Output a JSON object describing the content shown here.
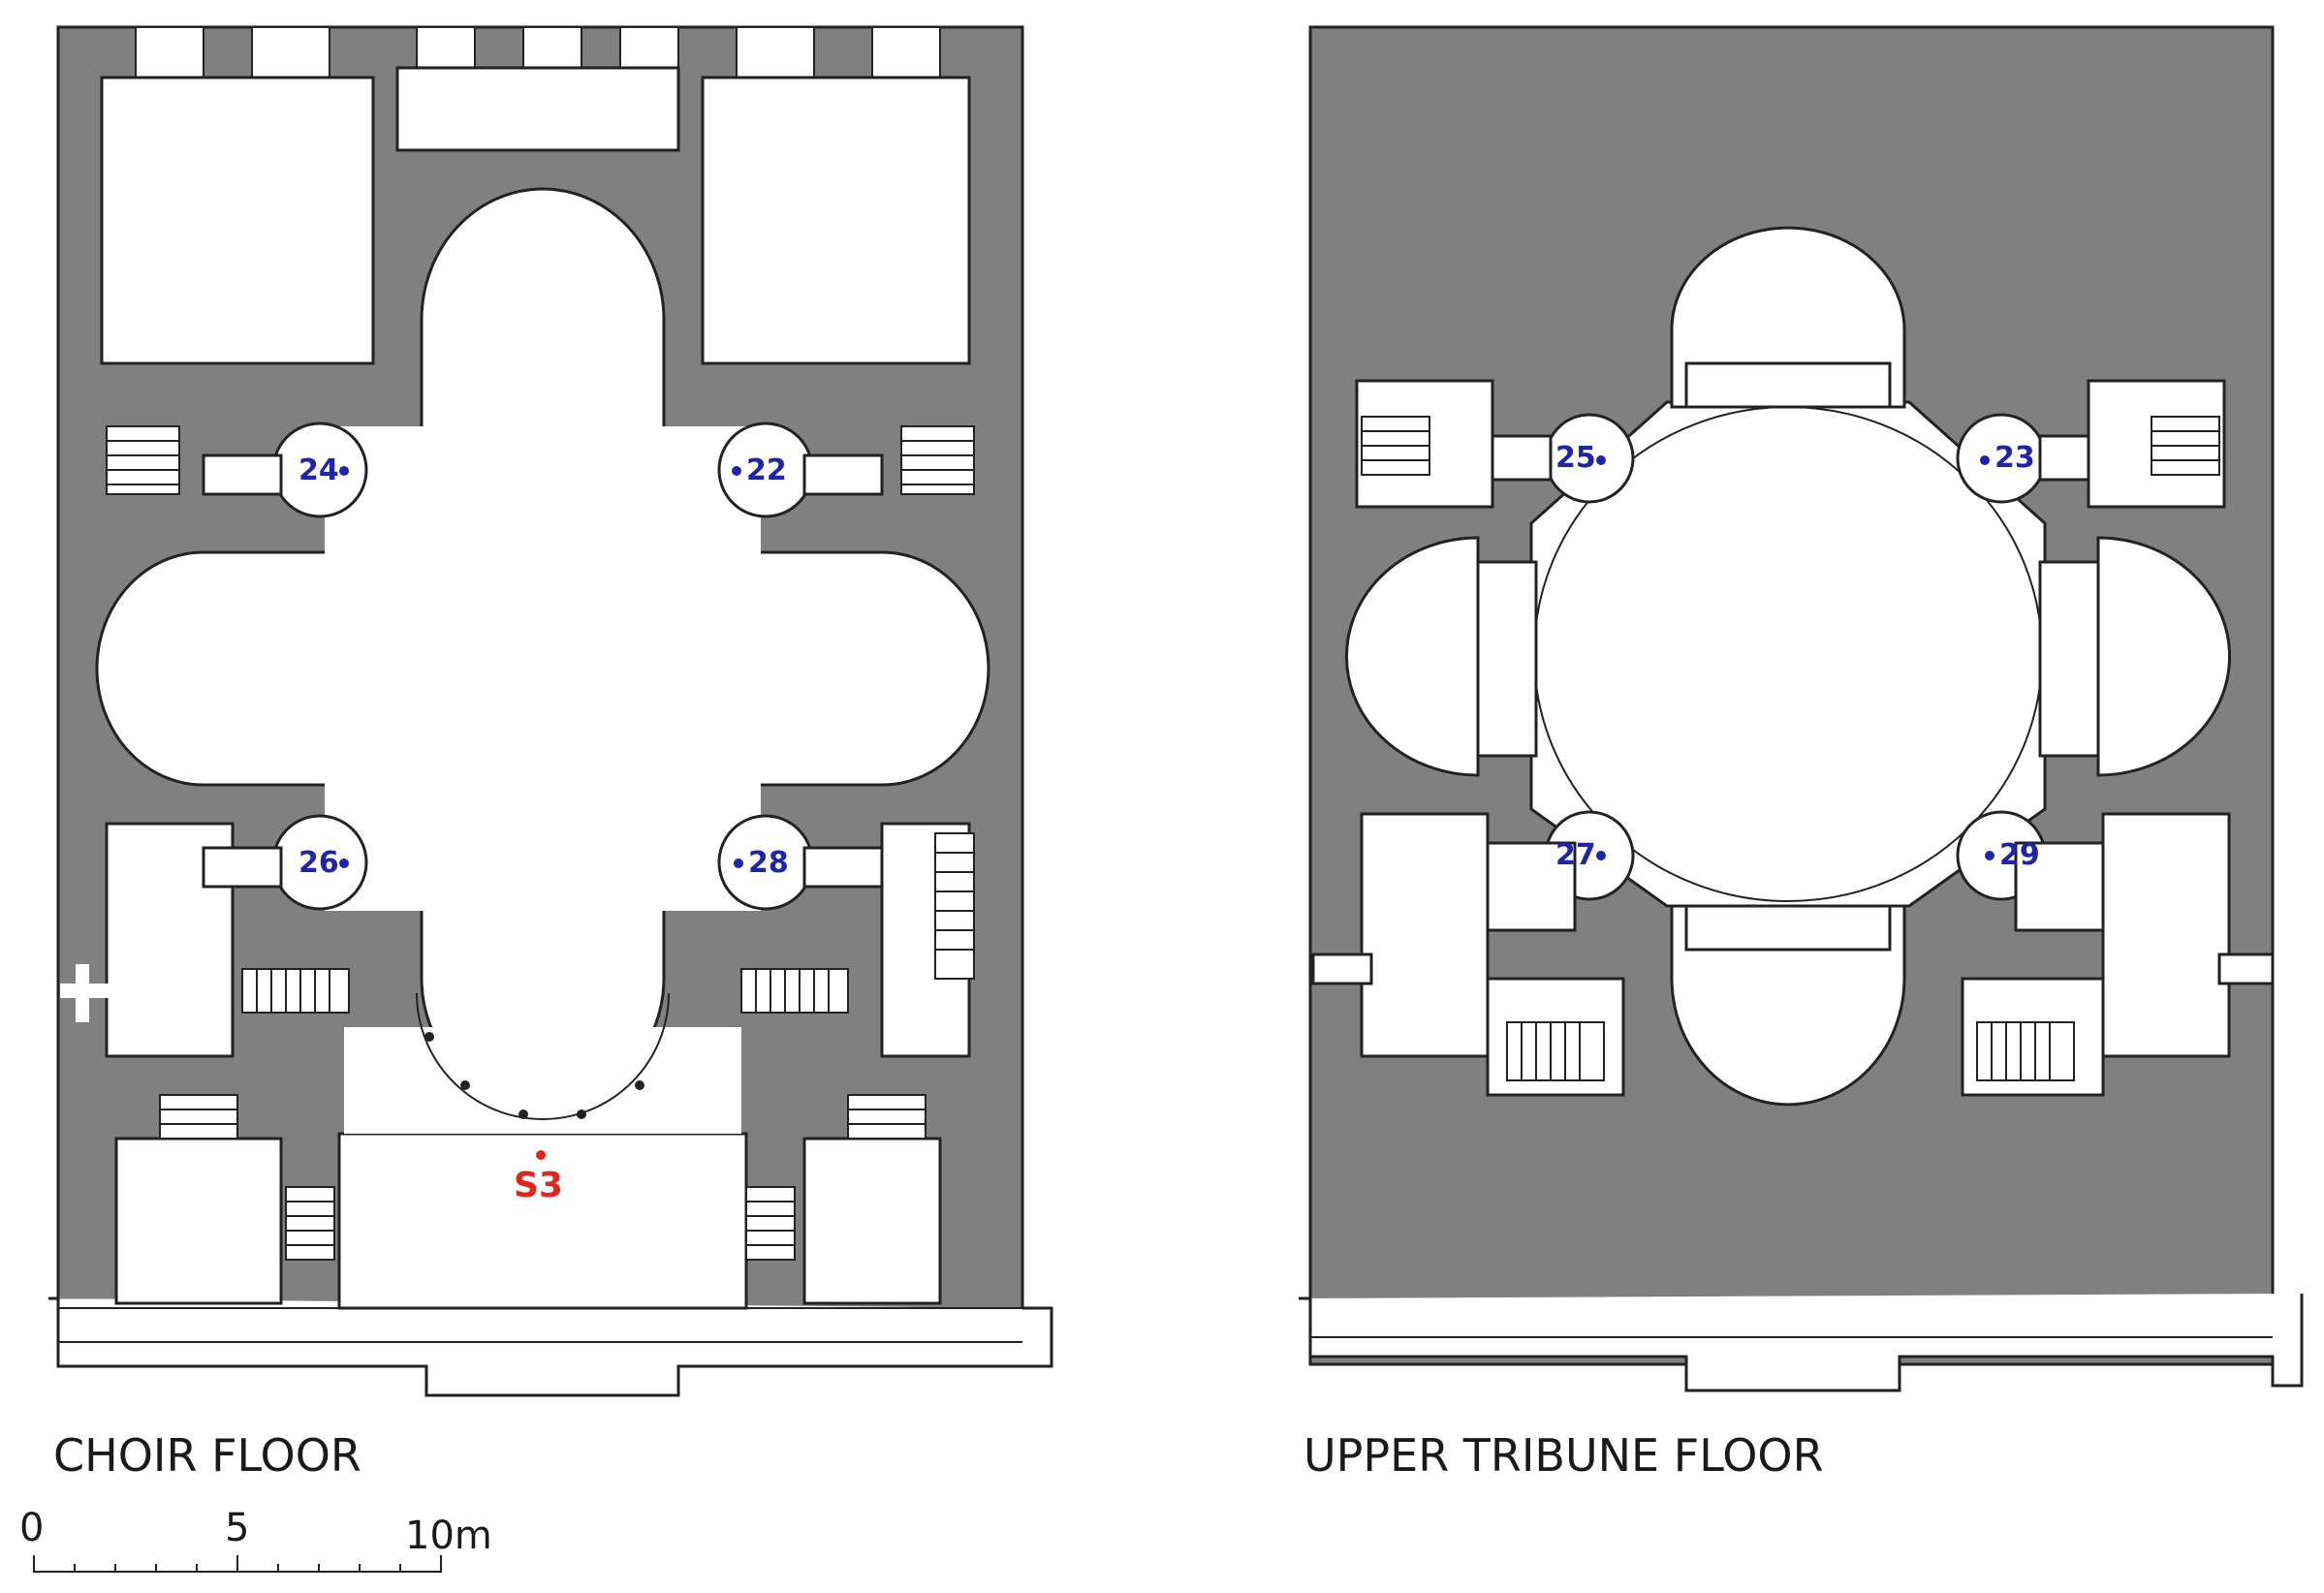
{
  "colors": {
    "wall": "#808080",
    "room": "#ffffff",
    "outline": "#222222",
    "point_blue": "#1f24a8",
    "point_red": "#e0261c"
  },
  "choir_floor": {
    "caption": "CHOIR FLOOR",
    "points": [
      {
        "id": "p24",
        "label": "24"
      },
      {
        "id": "p22",
        "label": "22"
      },
      {
        "id": "p26",
        "label": "26"
      },
      {
        "id": "p28",
        "label": "28"
      },
      {
        "id": "s3",
        "label": "S3"
      }
    ]
  },
  "upper_tribune_floor": {
    "caption": "UPPER TRIBUNE FLOOR",
    "points": [
      {
        "id": "p25",
        "label": "25"
      },
      {
        "id": "p23",
        "label": "23"
      },
      {
        "id": "p27",
        "label": "27"
      },
      {
        "id": "p29",
        "label": "29"
      }
    ]
  },
  "scale_bar": {
    "ticks": [
      "0",
      "5",
      "10m"
    ]
  }
}
